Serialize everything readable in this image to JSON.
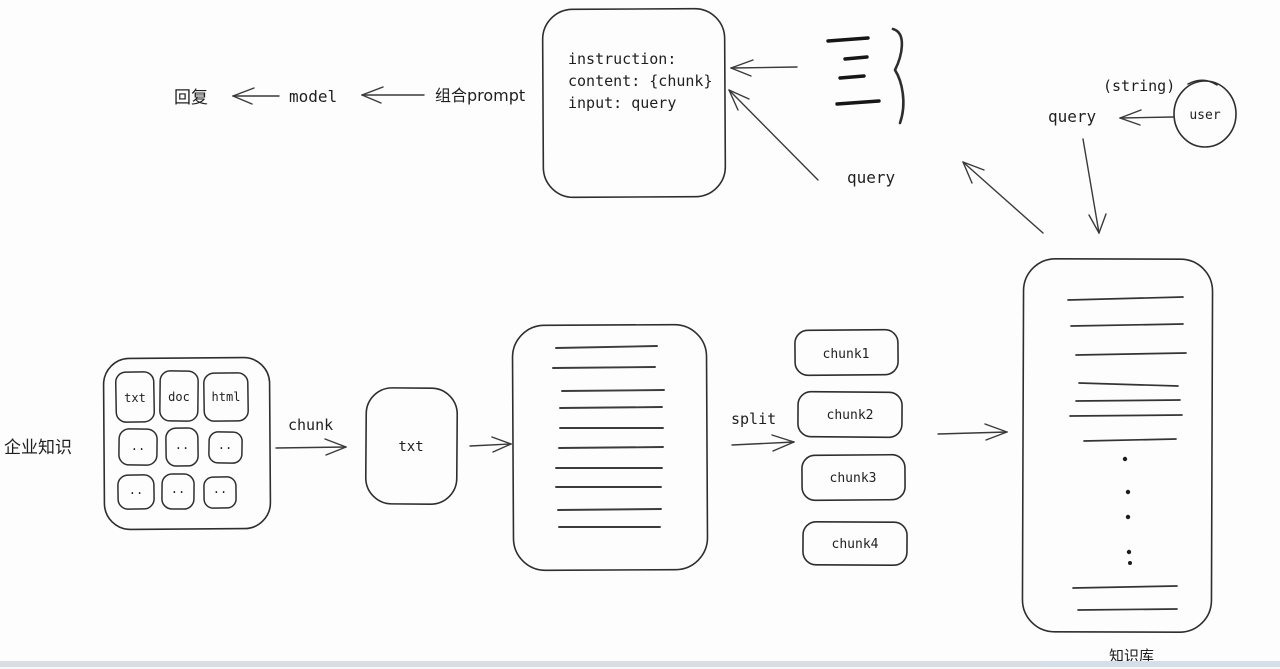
{
  "diagram": {
    "top": {
      "reply": "回复",
      "model": "model",
      "combine_prompt": "组合prompt",
      "prompt_box_lines": [
        "instruction:",
        "content: {chunk}",
        "input: query"
      ],
      "query_center": "query"
    },
    "right": {
      "string_note": "(string)",
      "query": "query",
      "user": "user"
    },
    "pipeline": {
      "enterprise_knowledge": "企业知识",
      "file_types": [
        "txt",
        "doc",
        "html"
      ],
      "dots": "..",
      "chunk_arrow_label": "chunk",
      "txt_node": "txt",
      "split_arrow_label": "split",
      "chunks": [
        "chunk1",
        "chunk2",
        "chunk3",
        "chunk4"
      ],
      "knowledge_base": "知识库"
    }
  },
  "colors": {
    "stroke": "#2e2e2e",
    "background": "#fdfdfd",
    "bottom_bar": "#d9dde4"
  }
}
